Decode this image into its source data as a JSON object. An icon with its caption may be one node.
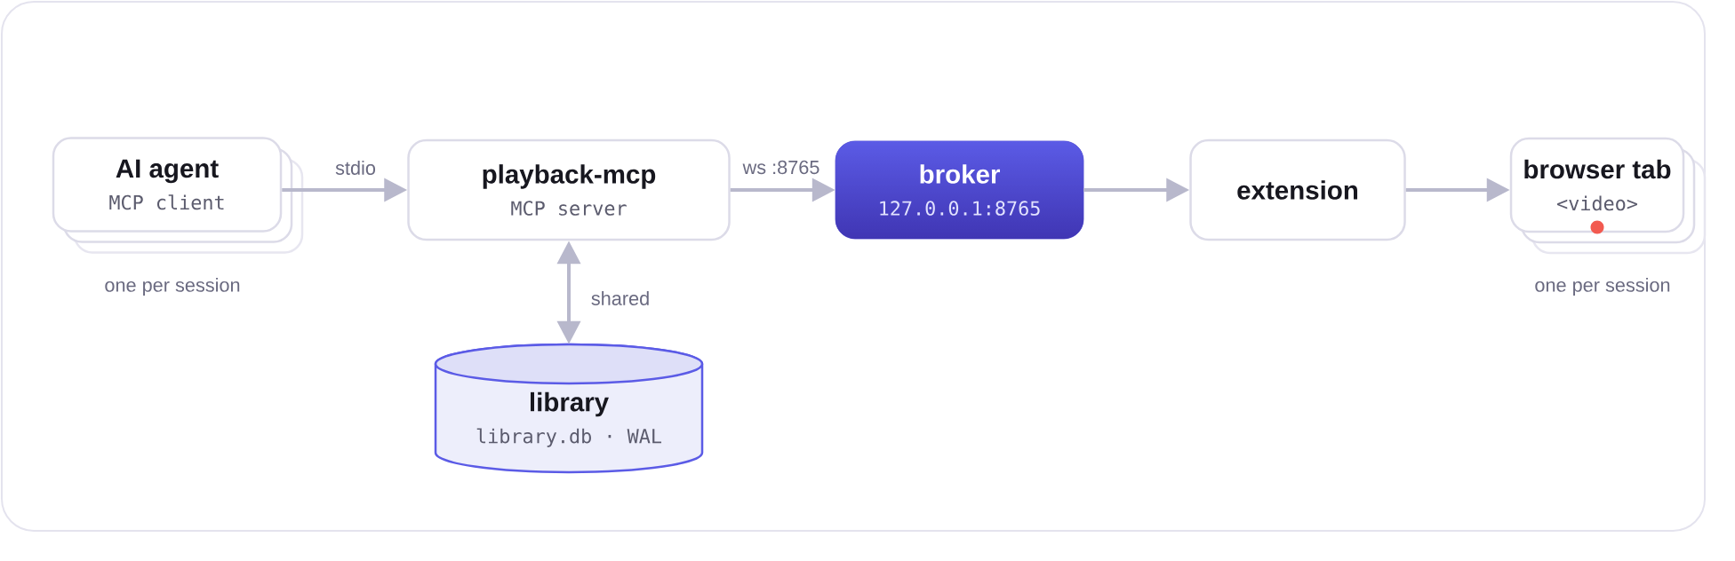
{
  "diagram": {
    "nodes": [
      {
        "text": [
          "AI agent",
          "MCP client"
        ],
        "beside": [
          "one per session"
        ]
      },
      {
        "text": [
          "playback-mcp",
          "MCP server"
        ]
      },
      {
        "text": [
          "broker",
          "127.0.0.1:8765"
        ]
      },
      {
        "text": [
          "extension"
        ]
      },
      {
        "text": [
          "browser tab",
          "<video>"
        ],
        "beside": [
          "one per session"
        ]
      },
      {
        "text": [
          "library",
          "library.db · WAL"
        ]
      }
    ],
    "edges": [
      {
        "from": 0,
        "to": 1,
        "arrow": "to",
        "label": "stdio"
      },
      {
        "from": 1,
        "to": 2,
        "arrow": "to",
        "label": "ws :8765"
      },
      {
        "from": 2,
        "to": 3,
        "arrow": "to"
      },
      {
        "from": 3,
        "to": 4,
        "arrow": "to"
      },
      {
        "from": 1,
        "to": 5,
        "arrow": "both",
        "label": "shared"
      }
    ]
  }
}
